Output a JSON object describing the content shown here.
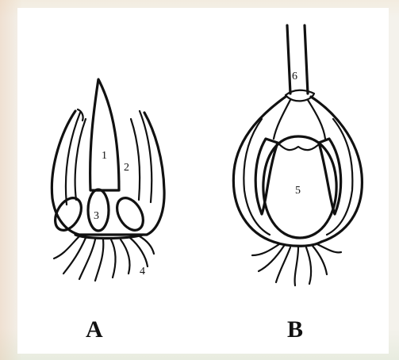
{
  "figure": {
    "panels": [
      {
        "id": "A",
        "letter": "A",
        "labels": [
          "1",
          "2",
          "3",
          "4"
        ]
      },
      {
        "id": "B",
        "letter": "B",
        "labels": [
          "5",
          "6"
        ]
      }
    ]
  },
  "colors": {
    "ink": "#111111",
    "paper": "#ffffff",
    "background": "#f4f2ec"
  }
}
